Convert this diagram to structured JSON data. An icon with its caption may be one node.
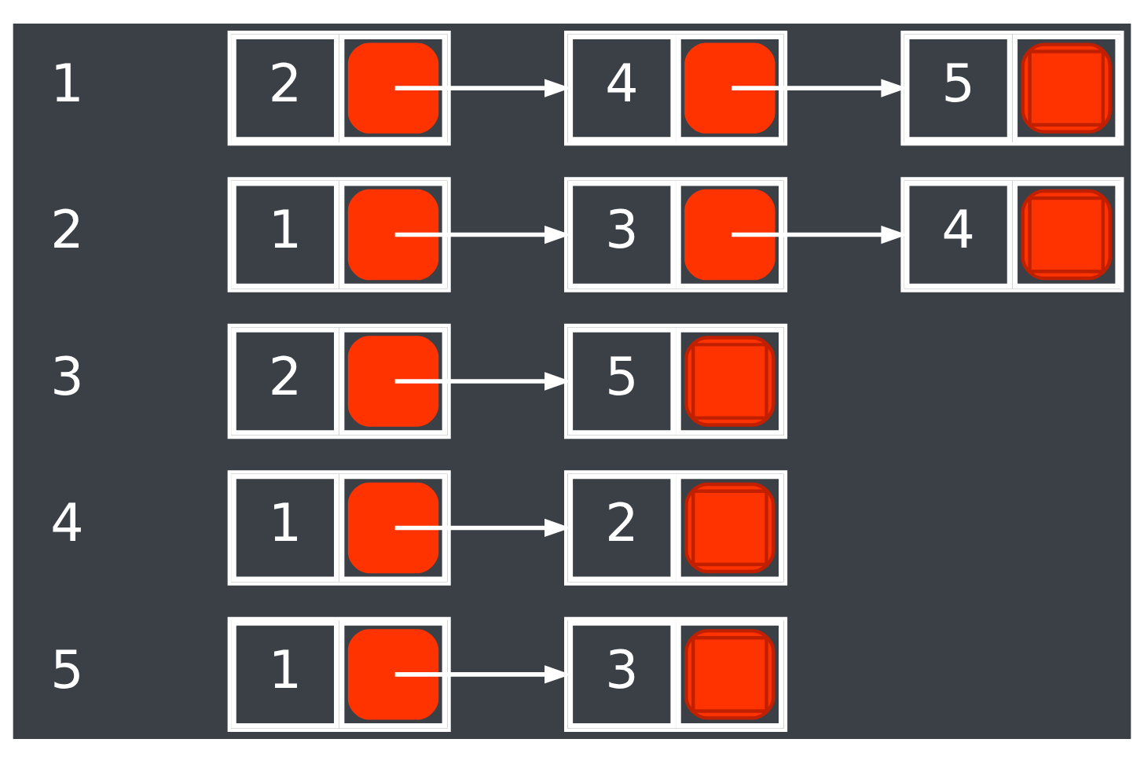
{
  "diagram": {
    "nodes": [
      {
        "text": [
          "2"
        ]
      },
      {
        "text": [
          "4"
        ]
      },
      {
        "text": [
          "5"
        ]
      },
      {
        "text": [
          "1"
        ]
      },
      {
        "text": [
          "3"
        ]
      },
      {
        "text": [
          "4"
        ]
      },
      {
        "text": [
          "2"
        ]
      },
      {
        "text": [
          "5"
        ]
      },
      {
        "text": [
          "1"
        ]
      },
      {
        "text": [
          "2"
        ]
      },
      {
        "text": [
          "1"
        ]
      },
      {
        "text": [
          "3"
        ]
      }
    ],
    "edges": [
      {
        "from": 0,
        "to": 1,
        "arrow": "to"
      },
      {
        "from": 1,
        "to": 2,
        "arrow": "to"
      },
      {
        "from": 3,
        "to": 4,
        "arrow": "to"
      },
      {
        "from": 4,
        "to": 5,
        "arrow": "to"
      },
      {
        "from": 6,
        "to": 7,
        "arrow": "to"
      },
      {
        "from": 8,
        "to": 9,
        "arrow": "to"
      },
      {
        "from": 10,
        "to": 11,
        "arrow": "to"
      }
    ],
    "labels": [
      "1",
      "2",
      "3",
      "4",
      "5"
    ]
  }
}
